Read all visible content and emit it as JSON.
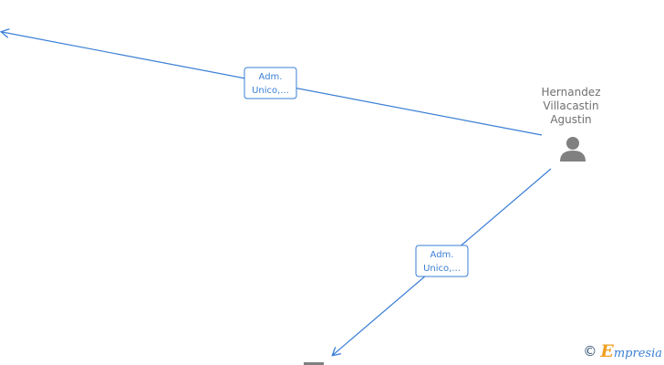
{
  "person": {
    "name_lines": [
      "Hernandez",
      "Villacastin",
      "Agustin"
    ],
    "icon": "person-icon"
  },
  "edges": [
    {
      "label_line1": "Adm.",
      "label_line2": "Unico,..."
    },
    {
      "label_line1": "Adm.",
      "label_line2": "Unico,..."
    }
  ],
  "watermark": {
    "copyright": "©",
    "brand_initial": "E",
    "brand_rest": "mpresia"
  },
  "colors": {
    "edge": "#3a7fd5",
    "person_icon": "#808080",
    "brand_accent": "#f0a020"
  }
}
